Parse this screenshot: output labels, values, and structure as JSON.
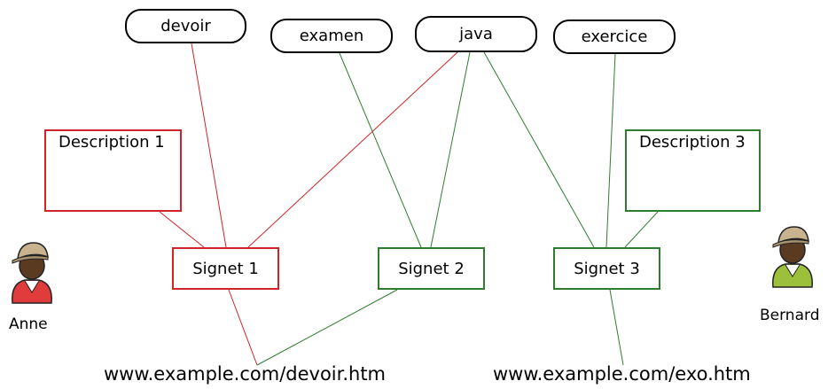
{
  "colors": {
    "red": "#d0232a",
    "green": "#2e7d2e",
    "outline": "#000000"
  },
  "tags": [
    {
      "id": "devoir",
      "label": "devoir"
    },
    {
      "id": "examen",
      "label": "examen"
    },
    {
      "id": "java",
      "label": "java"
    },
    {
      "id": "exercice",
      "label": "exercice"
    }
  ],
  "descriptions": [
    {
      "id": "desc1",
      "label": "Description 1",
      "color": "red"
    },
    {
      "id": "desc3",
      "label": "Description 3",
      "color": "green"
    }
  ],
  "bookmarks": [
    {
      "id": "signet1",
      "label": "Signet 1",
      "color": "red"
    },
    {
      "id": "signet2",
      "label": "Signet 2",
      "color": "green"
    },
    {
      "id": "signet3",
      "label": "Signet 3",
      "color": "green"
    }
  ],
  "urls": [
    {
      "id": "url1",
      "label": "www.example.com/devoir.htm"
    },
    {
      "id": "url2",
      "label": "www.example.com/exo.htm"
    }
  ],
  "users": [
    {
      "id": "anne",
      "name": "Anne",
      "icon": "user-red-icon"
    },
    {
      "id": "bernard",
      "name": "Bernard",
      "icon": "user-green-icon"
    }
  ],
  "links": [
    {
      "from": "devoir",
      "to": "signet1",
      "color": "red"
    },
    {
      "from": "java",
      "to": "signet1",
      "color": "red"
    },
    {
      "from": "desc1",
      "to": "signet1",
      "color": "red"
    },
    {
      "from": "signet1",
      "to": "url1",
      "color": "red"
    },
    {
      "from": "examen",
      "to": "signet2",
      "color": "green"
    },
    {
      "from": "java",
      "to": "signet2",
      "color": "green"
    },
    {
      "from": "signet2",
      "to": "url1",
      "color": "green"
    },
    {
      "from": "java",
      "to": "signet3",
      "color": "green"
    },
    {
      "from": "exercice",
      "to": "signet3",
      "color": "green"
    },
    {
      "from": "desc3",
      "to": "signet3",
      "color": "green"
    },
    {
      "from": "signet3",
      "to": "url2",
      "color": "green"
    }
  ]
}
